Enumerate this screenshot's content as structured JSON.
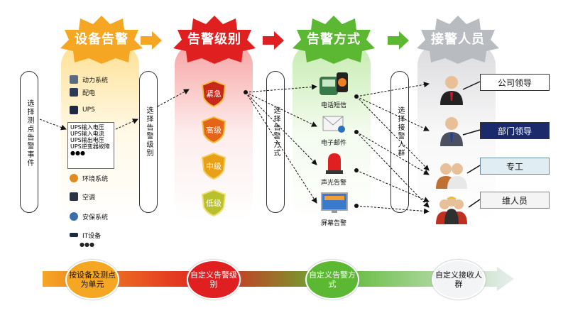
{
  "headers": [
    {
      "label": "设备告警",
      "color": "#f5a623"
    },
    {
      "label": "告警级别",
      "color": "#e02020"
    },
    {
      "label": "告警方式",
      "color": "#5cb832"
    },
    {
      "label": "接警人员",
      "color": "#b8bcc0"
    }
  ],
  "vertical_labels": {
    "select_points": "选择测点告警事件",
    "select_level": "选择告警级别",
    "select_method": "选择告警方式",
    "select_group": "选择接警人群"
  },
  "devices": [
    "动力系统",
    "配电",
    "UPS",
    "环境系统",
    "空调",
    "安保系统",
    "IT设备"
  ],
  "devices_more": "●●●",
  "popup_lines": [
    "UPS输入电压",
    "UPS输入电流",
    "UPS输出电压",
    "UPS逆变器故障",
    "●●●"
  ],
  "levels": [
    "紧急",
    "高级",
    "中级",
    "低级"
  ],
  "methods": [
    "电话短信",
    "电子邮件",
    "声光告警",
    "屏幕告警"
  ],
  "roles": [
    "公司领导",
    "部门领导",
    "专工",
    "维人员"
  ],
  "bottom_steps": [
    "按设备及测点为单元",
    "自定义告警级别",
    "自定义告警方式",
    "自定义接收人群"
  ],
  "colors": {
    "orange": "#f5a623",
    "red": "#e02020",
    "green": "#5cb832",
    "grey": "#b8bcc0"
  }
}
